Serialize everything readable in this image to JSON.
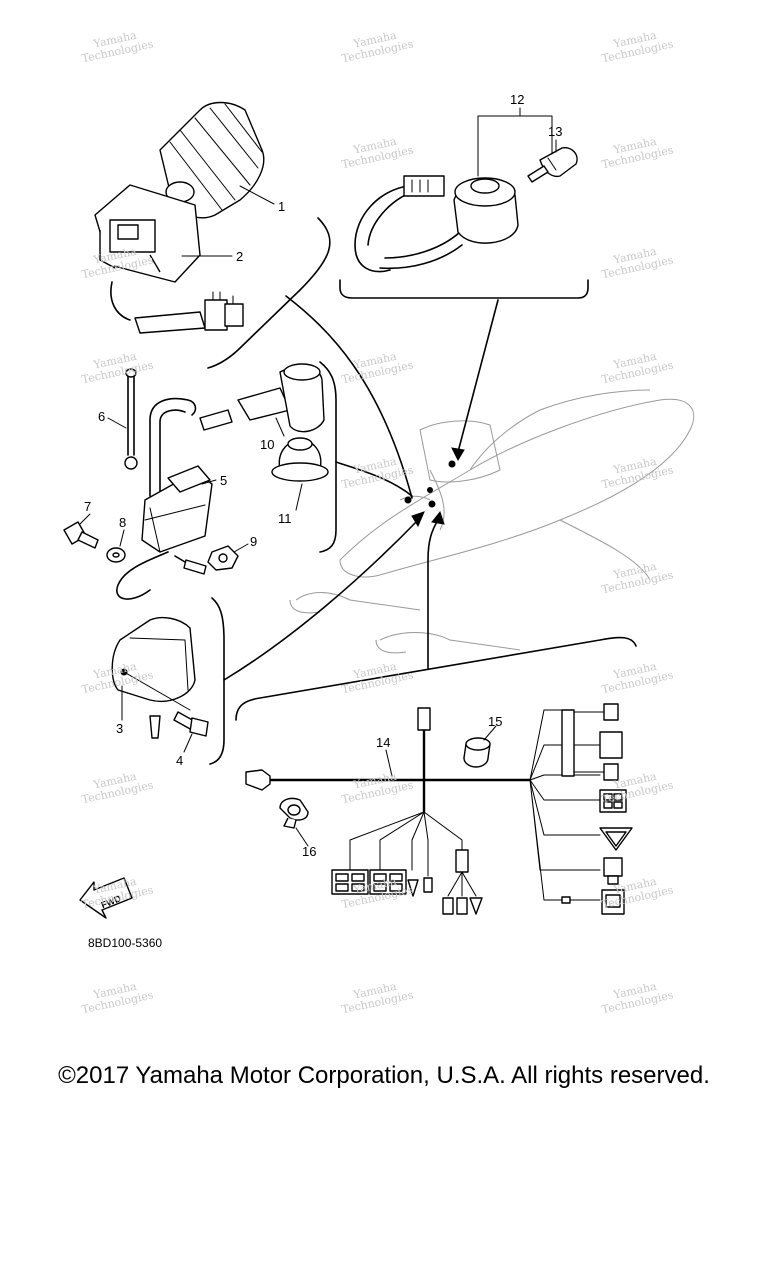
{
  "callouts": {
    "c1": "1",
    "c2": "2",
    "c3": "3",
    "c4": "4",
    "c5": "5",
    "c6": "6",
    "c7": "7",
    "c8": "8",
    "c9": "9",
    "c10": "10",
    "c11": "11",
    "c12": "12",
    "c13": "13",
    "c14": "14",
    "c15": "15",
    "c16": "16"
  },
  "fwd_label": "FWD",
  "diagram_code": "8BD100-5360",
  "copyright": "©2017 Yamaha Motor Corporation, U.S.A. All rights reserved.",
  "watermark": "Yamaha\nTechnologies"
}
